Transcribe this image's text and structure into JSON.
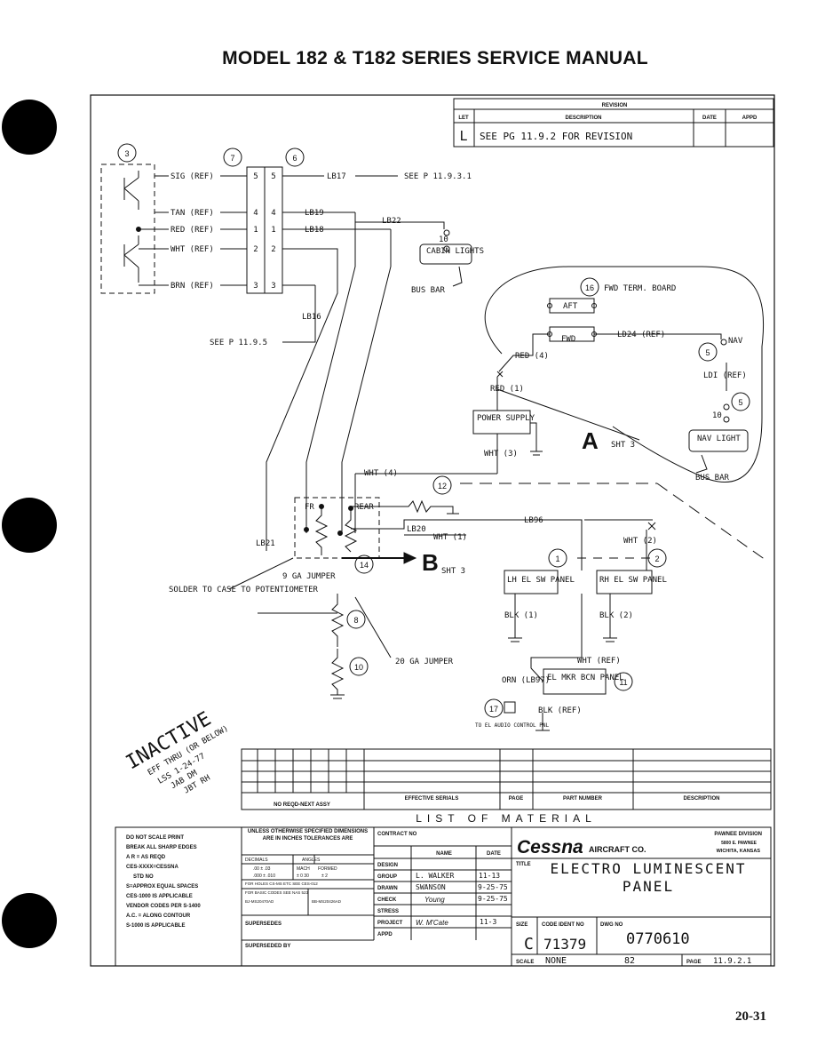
{
  "header": {
    "title": "MODEL 182 & T182 SERIES SERVICE MANUAL"
  },
  "footer": {
    "page_number": "20-31"
  },
  "revision_block": {
    "heading": "REVISION",
    "columns": [
      "LET",
      "DESCRIPTION",
      "DATE",
      "APPD"
    ],
    "row": {
      "letter": "L",
      "description": "SEE PG 11.9.2 FOR REVISION"
    }
  },
  "schematic": {
    "callouts": [
      "3",
      "7",
      "6",
      "12",
      "14",
      "8",
      "10",
      "1",
      "2",
      "16",
      "5",
      "5",
      "11",
      "17"
    ],
    "callout_b": "B",
    "callout_a": "A",
    "labels": {
      "sig_ref": "SIG (REF)",
      "tan_ref": "TAN (REF)",
      "red_ref": "RED (REF)",
      "wht_ref": "WHT (REF)",
      "brn_ref": "BRN (REF)",
      "pin5": "5",
      "pin4": "4",
      "pin1": "1",
      "pin2": "2",
      "pin3": "3",
      "lb17": "LB17",
      "see_p1193": "SEE P 11.9.3.1",
      "lb19": "LB19",
      "lb18": "LB18",
      "lb22": "LB22",
      "ten": "10",
      "cabin_lights": "CABIN LIGHTS",
      "bus_bar_1": "BUS BAR",
      "lb16": "LB16",
      "see_p1195": "SEE P 11.9.5",
      "fwd_term_board": "FWD TERM. BOARD",
      "aft": "AFT",
      "fwd": "FWD",
      "ld24_ref": "LD24 (REF)",
      "nav": "NAV",
      "ldi_ref": "LDI (REF)",
      "red4": "RED (4)",
      "red1": "RED (1)",
      "power_supply": "POWER SUPPLY",
      "wht3": "WHT (3)",
      "sht3_a": "SHT 3",
      "ten_b": "10",
      "nav_light": "NAV LIGHT",
      "bus_bar_2": "BUS BAR",
      "wht4": "WHT (4)",
      "fr": "FR",
      "rear": "REAR",
      "lb20": "LB20",
      "wht1": "WHT (1)",
      "lb96": "LB96",
      "wht2": "WHT (2)",
      "lb21": "LB21",
      "ga_jumper_9": "9 GA JUMPER",
      "solder_note": "SOLDER TO CASE TO POTENTIOMETER",
      "sht3_b": "SHT 3",
      "lh_el": "LH EL SW PANEL",
      "rh_el": "RH EL SW PANEL",
      "blk1": "BLK (1)",
      "blk2": "BLK (2)",
      "ga_jumper_20": "20 GA JUMPER",
      "orn": "ORN (LB97)",
      "el_mkr": "EL MKR BCN PANEL",
      "blk_ref": "BLK (REF)",
      "to_el_audio": "TO EL AUDIO CONTROL PNL"
    },
    "inactive_stamp": [
      "INACTIVE",
      "EFF THRU (OR BELOW)",
      "LSS 1-24-77",
      "JAB DM",
      "JBT RH"
    ]
  },
  "list_of_material": {
    "col_headers": [
      "NO REQD-NEXT ASSY",
      "EFFECTIVE SERIALS",
      "PAGE",
      "PART NUMBER",
      "DESCRIPTION"
    ],
    "title": "LIST OF MATERIAL"
  },
  "notes": [
    "DO NOT SCALE PRINT",
    "BREAK ALL SHARP EDGES",
    "A R = AS REQD",
    "CES-XXXX=CESSNA",
    "STD NO",
    "S=APPROX EQUAL SPACES",
    "CES-1000 IS APPLICABLE",
    "VENDOR CODES PER S-1400",
    "A.C. = ALONG CONTOUR",
    "S-1000 IS APPLICABLE"
  ],
  "tolerances": {
    "title": "UNLESS OTHERWISE SPECIFIED DIMENSIONS ARE IN INCHES TOLERANCES ARE",
    "decimals": "DECIMALS",
    "angles": "ANGLES",
    "d1": ".00 ± .03",
    "d2": ".000 ± .010",
    "m1": "MACH",
    "m2": "FORMED",
    "m3": "± 0 30",
    "m4": "± 2",
    "holes_note": "FOR HOLES CS-MS ETC SEE CES-012",
    "basic_codes": "FOR BASIC CODES SEE NAS 523",
    "code1": "BJ-MS20470AD",
    "code2": "BB-MS20426AD",
    "supersedes": "SUPERSEDES",
    "superseded_by": "SUPERSEDED BY"
  },
  "approvals": {
    "contract_no": "CONTRACT NO",
    "name_col": "NAME",
    "date_col": "DATE",
    "rows": [
      {
        "role": "DESIGN",
        "name": "",
        "date": ""
      },
      {
        "role": "GROUP",
        "name": "L. WALKER",
        "date": "11-13"
      },
      {
        "role": "DRAWN",
        "name": "SWANSON",
        "date": "9-25-75"
      },
      {
        "role": "CHECK",
        "name": "Young",
        "date": "9-25-75"
      },
      {
        "role": "STRESS",
        "name": "",
        "date": ""
      },
      {
        "role": "PROJECT",
        "name": "W. M'Cate",
        "date": "11-3"
      },
      {
        "role": "APPD",
        "name": "",
        "date": ""
      }
    ]
  },
  "title_block": {
    "company": "Cessna",
    "company_suffix": "AIRCRAFT CO.",
    "division": "PAWNEE DIVISION",
    "address": "5800 E. PAWNEE",
    "city": "WICHITA, KANSAS",
    "title_label": "TITLE",
    "title": "ELECTRO LUMINESCENT PANEL",
    "size_label": "SIZE",
    "size": "C",
    "code_ident_label": "CODE IDENT NO",
    "code_ident": "71379",
    "dwg_no_label": "DWG NO",
    "dwg_no": "0770610",
    "scale_label": "SCALE",
    "scale": "NONE",
    "sheet_ref": "82",
    "page_label": "PAGE",
    "page": "11.9.2.1"
  }
}
